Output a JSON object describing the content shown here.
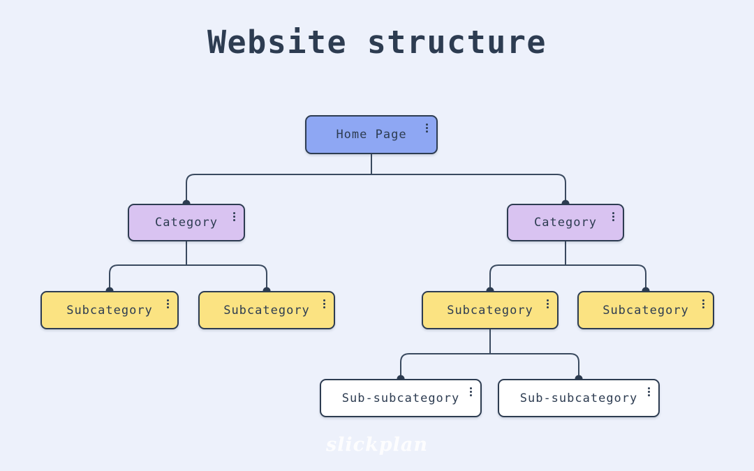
{
  "title": "Website structure",
  "watermark": "slickplan",
  "colors": {
    "background": "#edf1fb",
    "ink": "#2d3c51",
    "line": "#3a4a5f",
    "home_fill": "#8ea7f3",
    "category_fill": "#d9c3f1",
    "subcategory_fill": "#fbe382",
    "subsub_fill": "#ffffff"
  },
  "nodes": {
    "home": {
      "label": "Home Page",
      "level": 1
    },
    "category_left": {
      "label": "Category",
      "level": 2
    },
    "category_right": {
      "label": "Category",
      "level": 2
    },
    "subcategory_1": {
      "label": "Subcategory",
      "level": 3
    },
    "subcategory_2": {
      "label": "Subcategory",
      "level": 3
    },
    "subcategory_3": {
      "label": "Subcategory",
      "level": 3
    },
    "subcategory_4": {
      "label": "Subcategory",
      "level": 3
    },
    "subsubcategory_1": {
      "label": "Sub-subcategory",
      "level": 4
    },
    "subsubcategory_2": {
      "label": "Sub-subcategory",
      "level": 4
    }
  },
  "tree": {
    "structure": "Home Page > [Category, Category]; Category(left) > [Subcategory, Subcategory]; Category(right) > [Subcategory, Subcategory]; Subcategory(3rd) > [Sub-subcategory, Sub-subcategory]"
  }
}
